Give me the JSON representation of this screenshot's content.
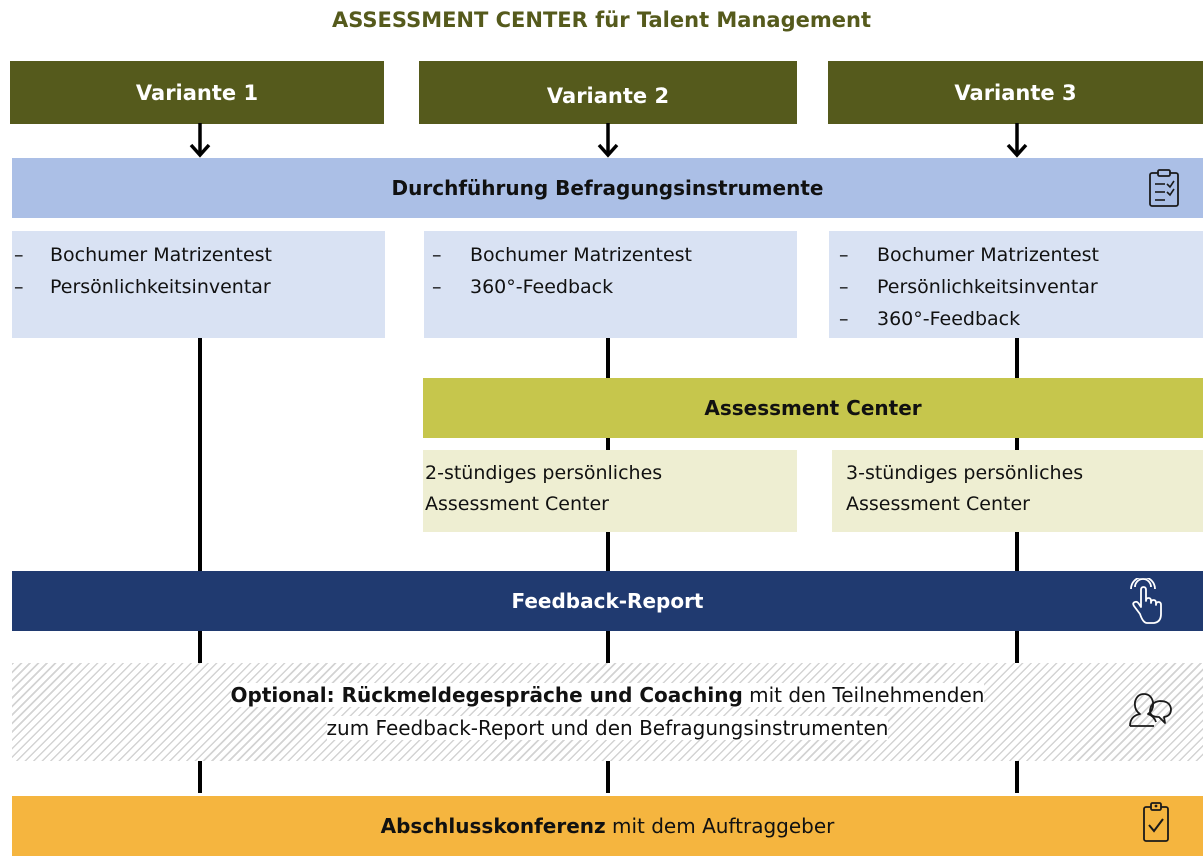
{
  "title": "ASSESSMENT CENTER für Talent Management",
  "variants": [
    "Variante 1",
    "Variante 2",
    "Variante 3"
  ],
  "durchfuehrung": {
    "label": "Durchführung Befragungsinstrumente",
    "icon": "clipboard-checklist-icon"
  },
  "instruments": {
    "dash": "–",
    "v1": [
      "Bochumer Matrizentest",
      "Persönlichkeitsinventar"
    ],
    "v2": [
      "Bochumer Matrizentest",
      "360°-Feedback"
    ],
    "v3": [
      "Bochumer Matrizentest",
      "Persönlichkeitsinventar",
      "360°-Feedback"
    ]
  },
  "assessment_center": {
    "label": "Assessment Center",
    "v2_line1": "2-stündiges persönliches",
    "v2_line2": "Assessment Center",
    "v3_line1": "3-stündiges persönliches",
    "v3_line2": "Assessment Center"
  },
  "feedback_report": {
    "label": "Feedback-Report",
    "icon": "hand-pointer-icon"
  },
  "optional": {
    "bold": "Optional: Rückmeldegespräche und Coaching",
    "rest": " mit den Teilnehmenden",
    "line2": "zum Feedback-Report und den Befragungsinstrumenten",
    "icon": "people-speech-icon"
  },
  "abschluss": {
    "bold": "Abschlusskonferenz",
    "rest": " mit dem Auftraggeber",
    "icon": "clipboard-check-icon"
  },
  "colors": {
    "variant_header": "#555a1c",
    "durchfuehrung": "#abbfe6",
    "instrument_box": "#d9e2f3",
    "assessment_band": "#c6c64c",
    "assessment_box": "#eeeed2",
    "feedback_band": "#203a70",
    "abschluss_band": "#f5b53f"
  }
}
